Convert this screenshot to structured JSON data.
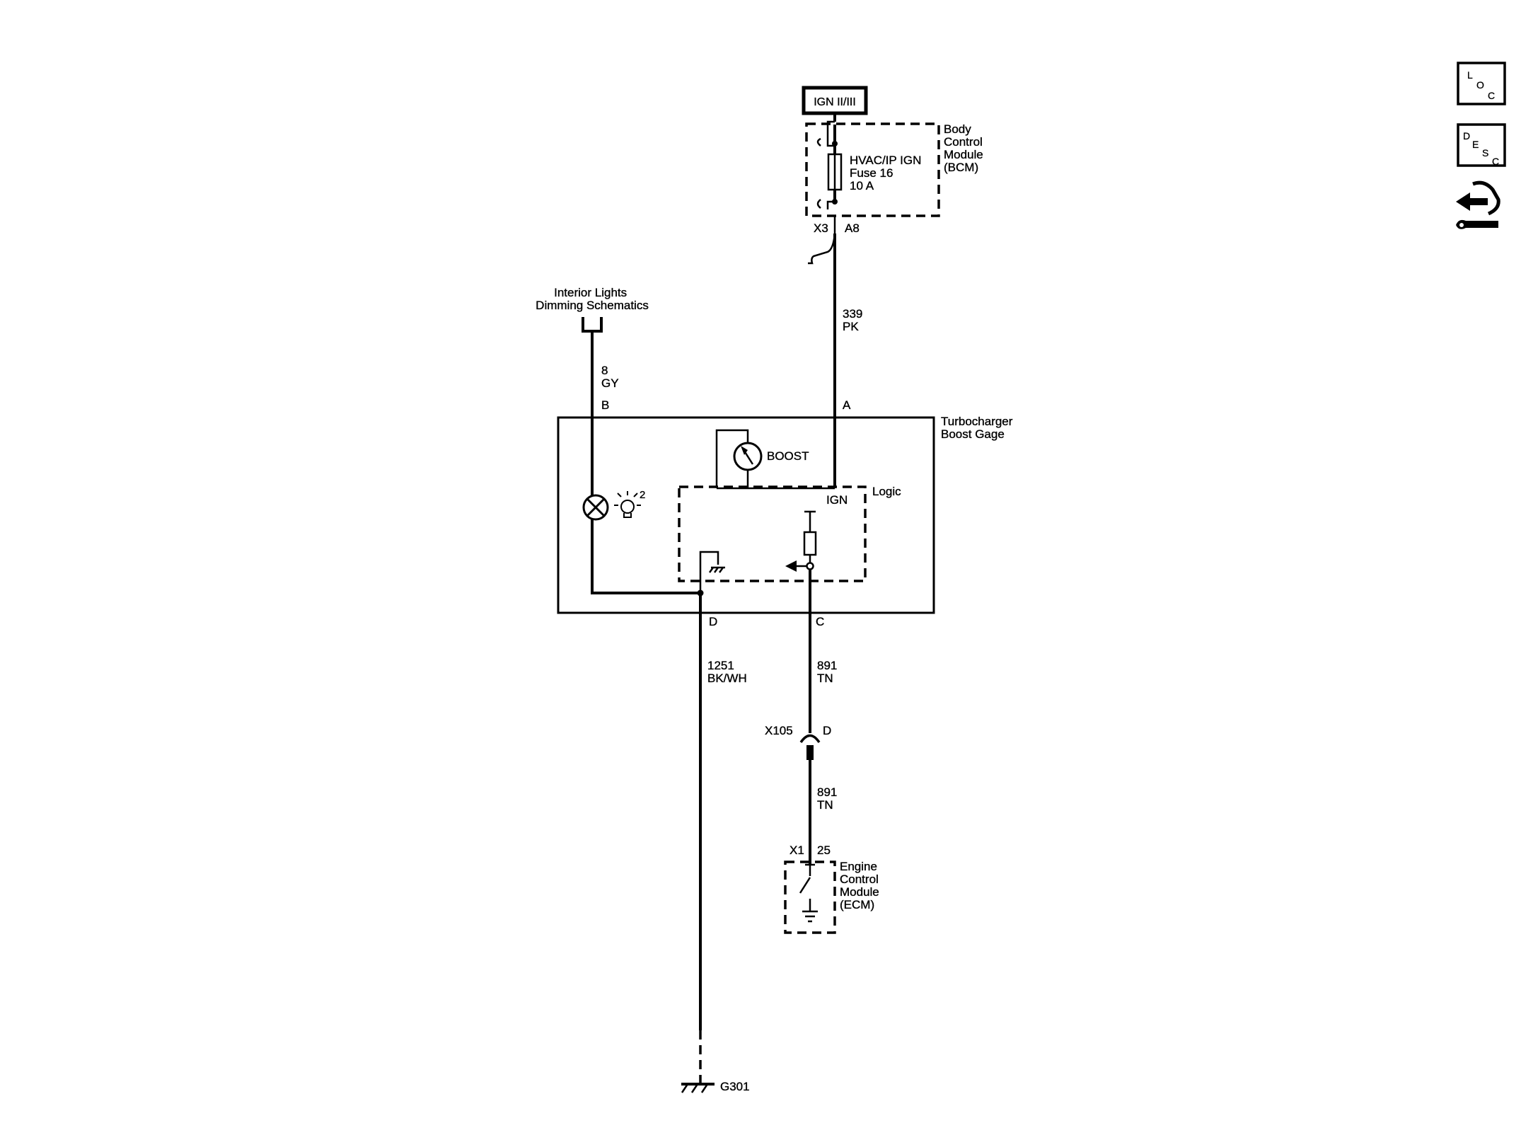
{
  "ignition_source": {
    "label": "IGN II/III"
  },
  "bcm": {
    "name_lines": [
      "Body",
      "Control",
      "Module",
      "(BCM)"
    ],
    "fuse_lines": [
      "HVAC/IP IGN",
      "Fuse 16",
      "10 A"
    ],
    "connector": "X3",
    "pin": "A8"
  },
  "wires": {
    "ign_feed": {
      "circuit": "339",
      "color": "PK"
    },
    "dimming": {
      "circuit": "8",
      "color": "GY"
    },
    "ground": {
      "circuit": "1251",
      "color": "BK/WH"
    },
    "signal_upper": {
      "circuit": "891",
      "color": "TN"
    },
    "signal_lower": {
      "circuit": "891",
      "color": "TN"
    }
  },
  "dimming_source": {
    "lines": [
      "Interior Lights",
      "Dimming Schematics"
    ]
  },
  "gage": {
    "name_lines": [
      "Turbocharger",
      "Boost Gage"
    ],
    "pins": {
      "A": "A",
      "B": "B",
      "C": "C",
      "D": "D"
    },
    "meter_label": "BOOST",
    "logic_label": "Logic",
    "logic_ign_label": "IGN",
    "lamp_number": "2"
  },
  "inline_connector": {
    "name": "X105",
    "pin": "D"
  },
  "ecm": {
    "connector": "X1",
    "pin": "25",
    "name_lines": [
      "Engine",
      "Control",
      "Module",
      "(ECM)"
    ]
  },
  "ground_point": {
    "name": "G301"
  },
  "side_icons": [
    {
      "name": "location-icon",
      "letters": [
        "L",
        "O",
        "C"
      ]
    },
    {
      "name": "description-icon",
      "letters": [
        "D",
        "E",
        "S",
        "C"
      ]
    },
    {
      "name": "service-procedure-icon"
    }
  ]
}
